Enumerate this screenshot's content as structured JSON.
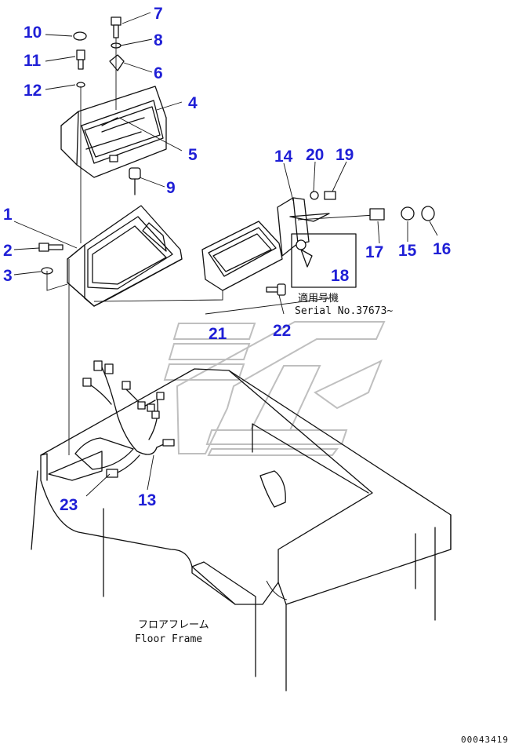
{
  "callouts": {
    "c1": "1",
    "c2": "2",
    "c3": "3",
    "c4": "4",
    "c5": "5",
    "c6": "6",
    "c7": "7",
    "c8": "8",
    "c9": "9",
    "c10": "10",
    "c11": "11",
    "c12": "12",
    "c13": "13",
    "c14": "14",
    "c15": "15",
    "c16": "16",
    "c17": "17",
    "c18": "18",
    "c19": "19",
    "c20": "20",
    "c21": "21",
    "c22": "22",
    "c23": "23"
  },
  "serial_box": {
    "label_jp": "適用号機",
    "label_en": "Serial No.37673~"
  },
  "floor_frame": {
    "label_jp": "フロアフレーム",
    "label_en": "Floor Frame"
  },
  "drawing_code": "00043419"
}
